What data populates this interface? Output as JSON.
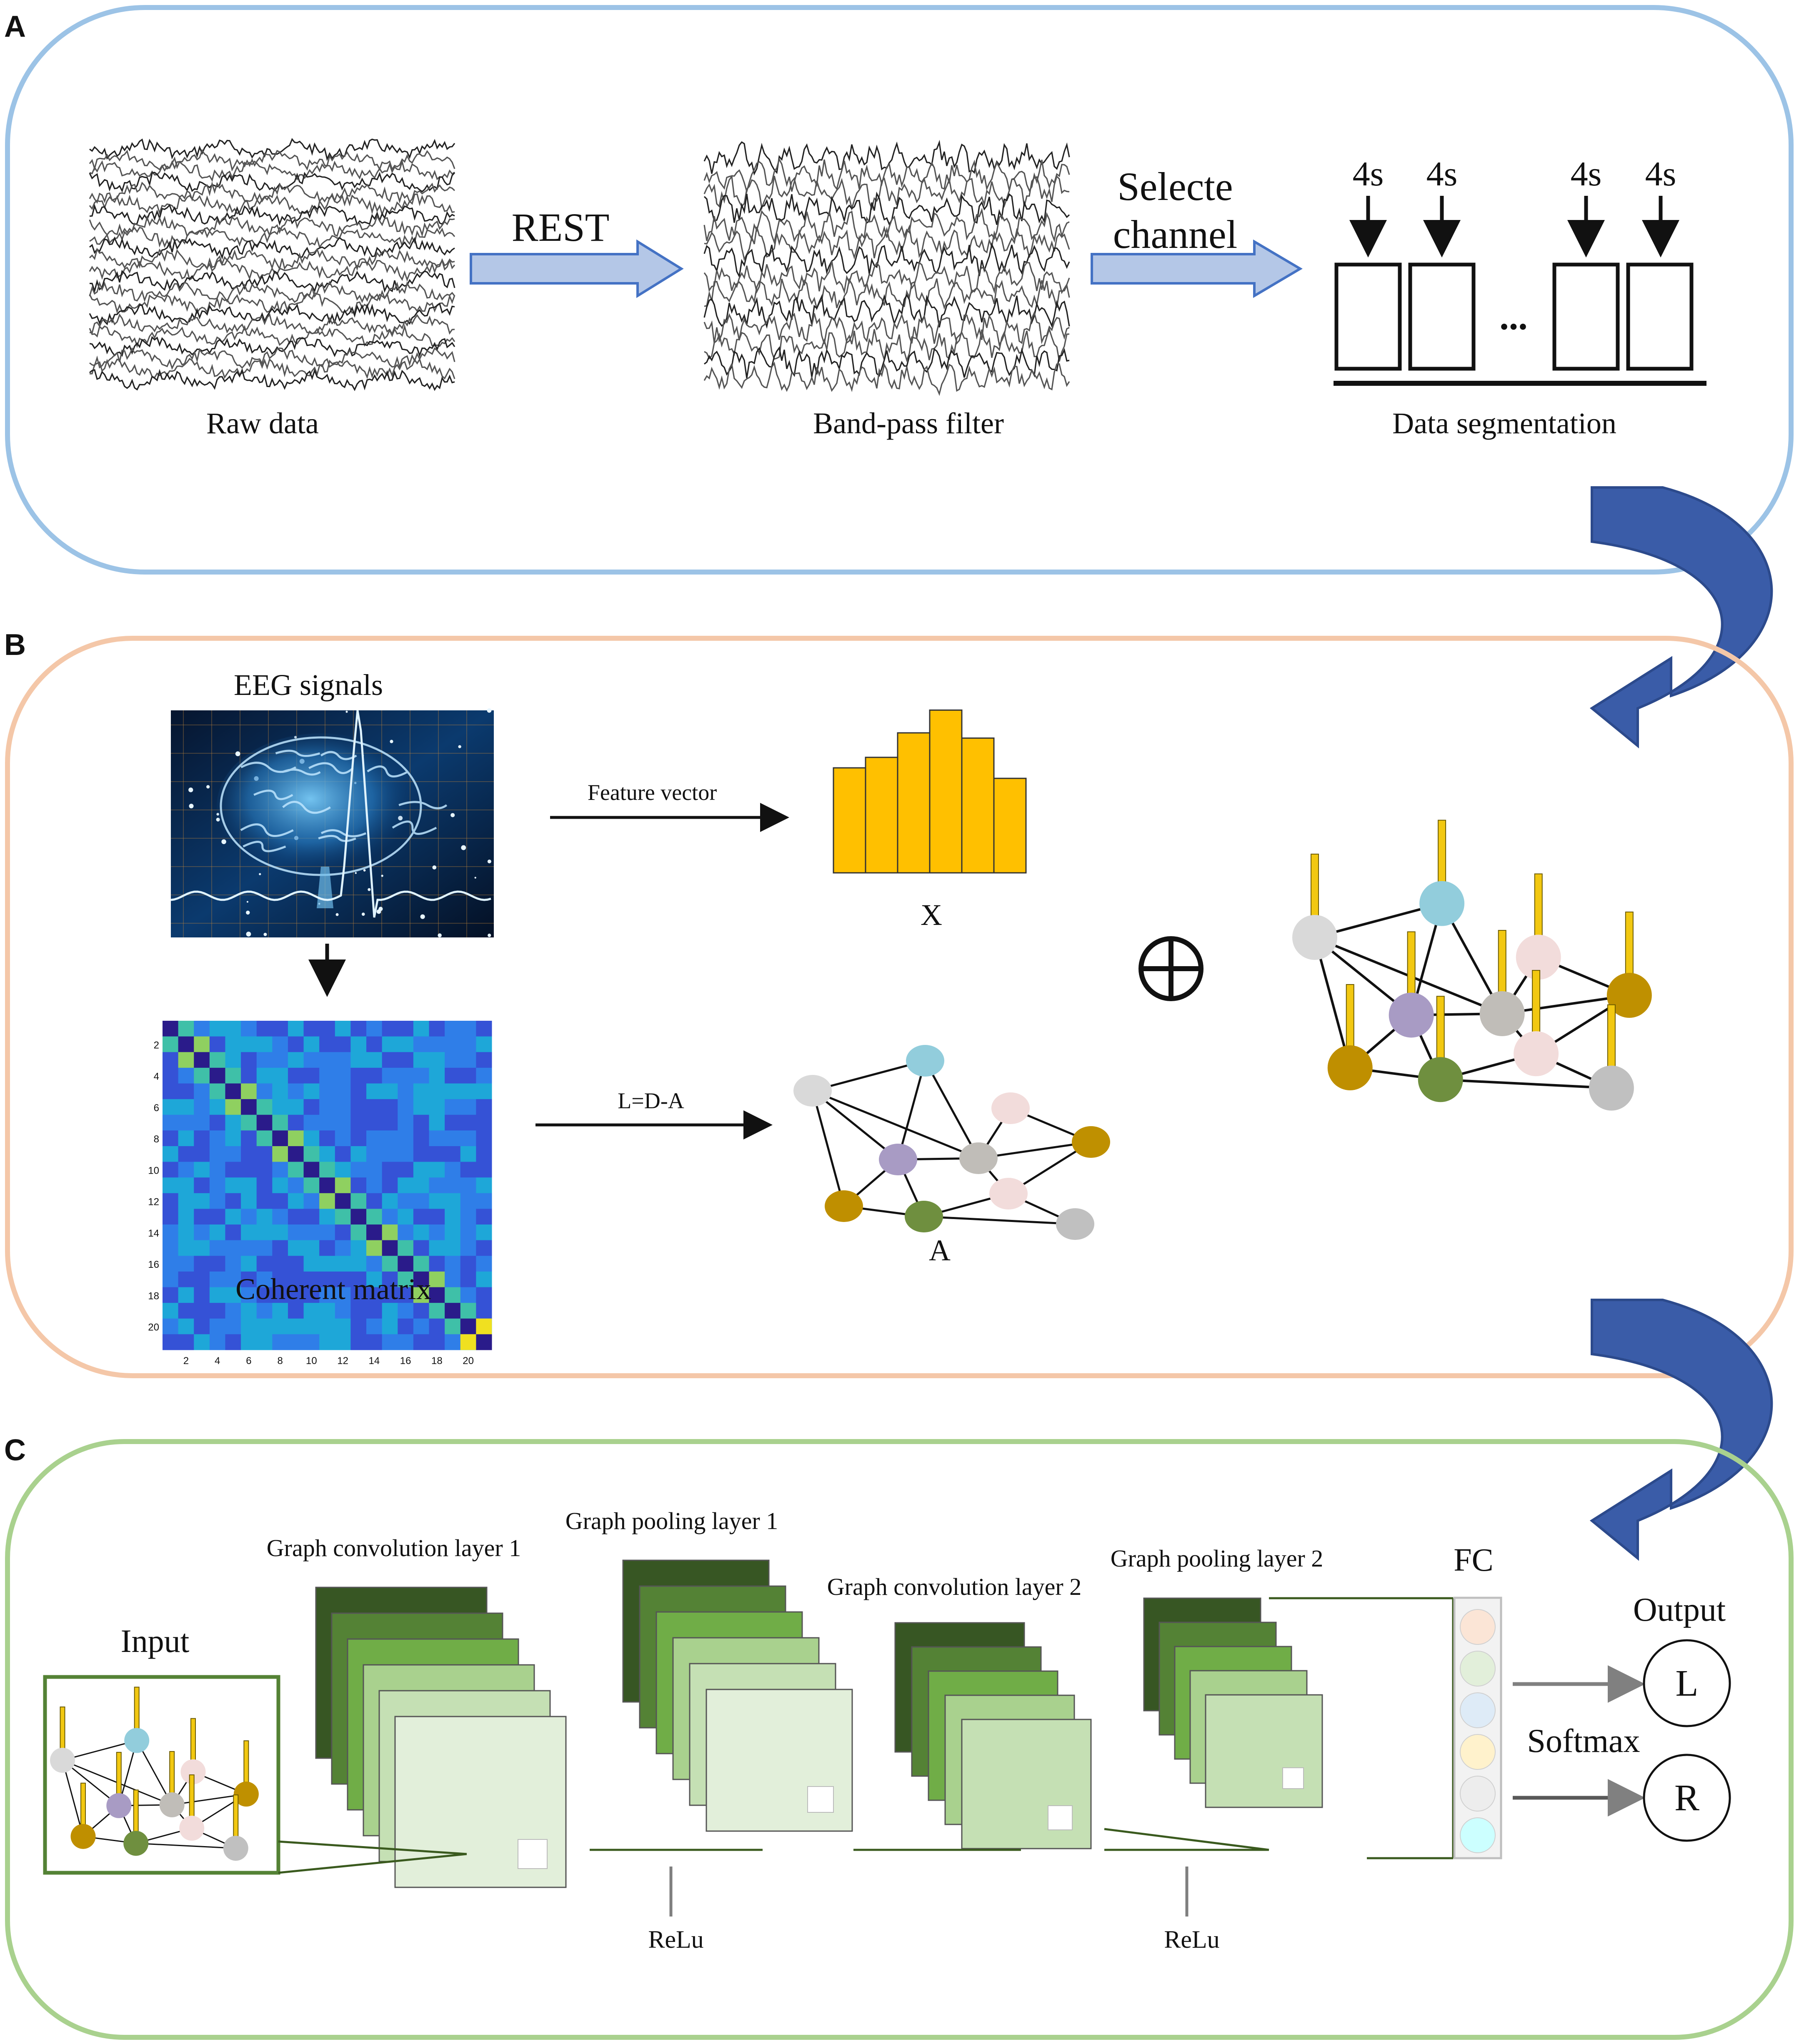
{
  "colors": {
    "panel_a_border": "#9cc3e6",
    "panel_b_border": "#f4c7a8",
    "panel_c_border": "#a9d18e",
    "flow_arrow": "#3a5ca8",
    "block_arrow_fill": "#b4c7e7",
    "block_arrow_stroke": "#4472c4",
    "bar_fill": "#ffc000",
    "green_shades": [
      "#375623",
      "#548235",
      "#70ad47",
      "#a9d18e",
      "#c5e0b4",
      "#e2efda"
    ]
  },
  "panel_a": {
    "label": "A",
    "raw_data_caption": "Raw data",
    "rest_label": "REST",
    "bandpass_caption": "Band-pass filter",
    "select_channel_label_1": "Selecte",
    "select_channel_label_2": "channel",
    "segment_labels": [
      "4s",
      "4s",
      "4s",
      "4s"
    ],
    "ellipsis": "...",
    "segmentation_caption": "Data segmentation"
  },
  "panel_b": {
    "label": "B",
    "eeg_title": "EEG signals",
    "feature_vector_label": "Feature vector",
    "bar_values": [
      0.6,
      0.66,
      0.8,
      0.93,
      0.77,
      0.54
    ],
    "x_caption": "X",
    "matrix_caption": "Coherent matrix",
    "matrix_y_ticks": [
      "2",
      "4",
      "6",
      "8",
      "10",
      "12",
      "14",
      "16",
      "18",
      "20"
    ],
    "matrix_x_ticks": [
      "2",
      "4",
      "6",
      "8",
      "10",
      "12",
      "14",
      "16",
      "18",
      "20"
    ],
    "laplacian_label": "L=D-A",
    "a_caption": "A",
    "plus_symbol": "⊕",
    "node_colors": [
      "#d9d9d9",
      "#92cddc",
      "#f2dcdb",
      "#a89bc4",
      "#c0bdb8",
      "#bf9000",
      "#bf8f00",
      "#6f8f3f",
      "#f2dcdb",
      "#c0c0c0"
    ]
  },
  "panel_c": {
    "label": "C",
    "input_title": "Input",
    "conv1_label": "Graph convolution layer 1",
    "pool1_label": "Graph pooling layer 1",
    "conv2_label": "Graph convolution layer 2",
    "pool2_label": "Graph pooling layer 2",
    "fc_label": "FC",
    "output_label": "Output",
    "softmax_label": "Softmax",
    "output_l": "L",
    "output_r": "R",
    "relu_1": "ReLu",
    "relu_2": "ReLu",
    "fc_cell_colors": [
      "#fbe5d6",
      "#e2efda",
      "#deebf7",
      "#fff2cc",
      "#ededed",
      "#ccffff"
    ]
  }
}
